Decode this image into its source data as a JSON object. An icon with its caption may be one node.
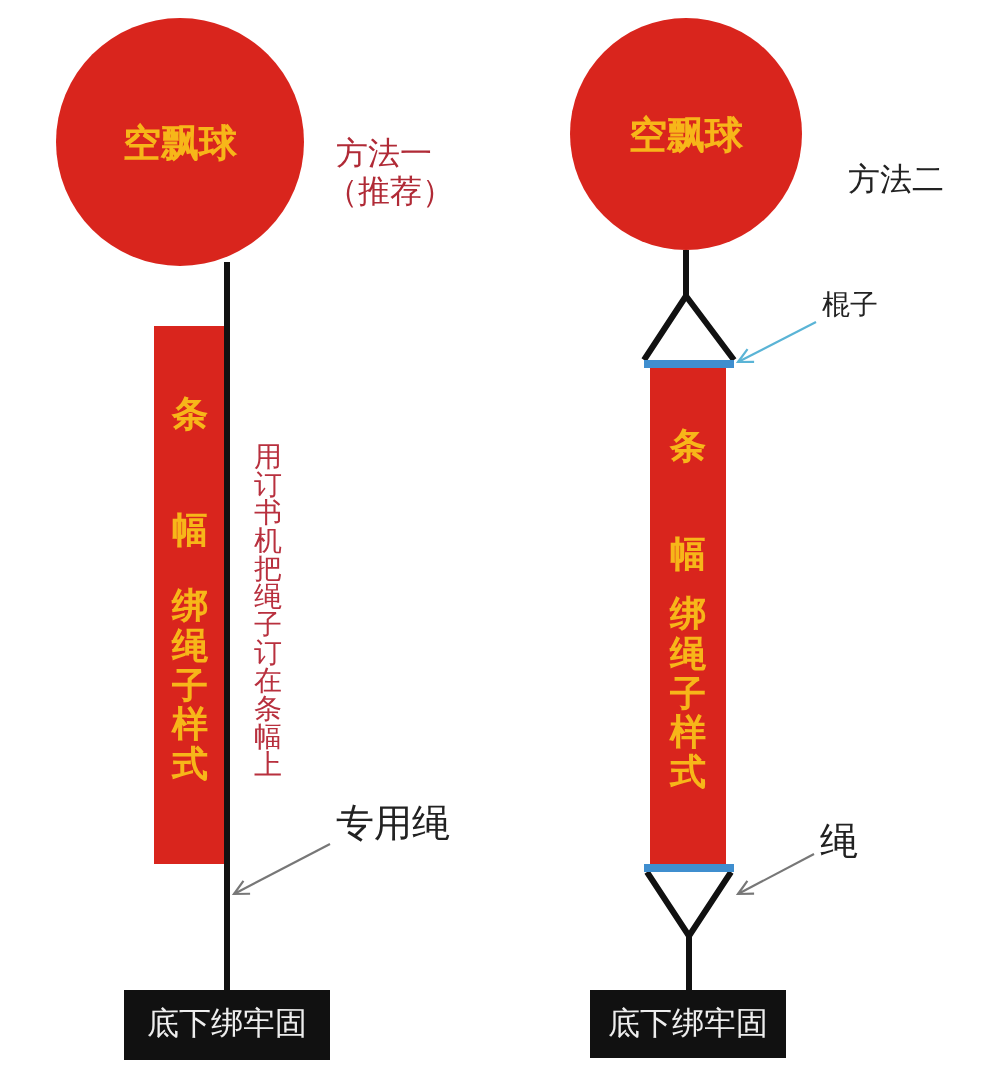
{
  "diagram": {
    "nodes": [
      {
        "text": [
          "空飘球"
        ]
      },
      {
        "text": [
          "条",
          "幅",
          "绑绳子样式"
        ]
      },
      {
        "text": [
          "底下绑牢固"
        ]
      },
      {
        "text": [
          "专用绳"
        ]
      },
      {
        "text": [
          "空飘球"
        ]
      },
      {
        "text": [],
        "shape": "bar"
      },
      {
        "text": [
          "条",
          "幅",
          "绑绳子样式"
        ]
      },
      {
        "text": [],
        "shape": "bar"
      },
      {
        "text": [
          "底下绑牢固"
        ]
      },
      {
        "text": [
          "棍子"
        ]
      },
      {
        "text": [
          "绳"
        ]
      },
      {
        "text": [],
        "shape": "line"
      },
      {
        "text": [],
        "shape": "line"
      }
    ],
    "edges": [
      {
        "from": 3,
        "to": 11,
        "arrow": "to"
      },
      {
        "from": 4,
        "to": 5,
        "arrow": "none",
        "style": "thick",
        "color": "#111111"
      },
      {
        "from": 9,
        "to": 5,
        "arrow": "to",
        "color": "#5ab4d6"
      },
      {
        "from": 10,
        "to": 12,
        "arrow": "to"
      }
    ],
    "labels": [
      "方法一",
      "（推荐）",
      "用订书机把绳子订在条幅上",
      "方法二"
    ]
  }
}
